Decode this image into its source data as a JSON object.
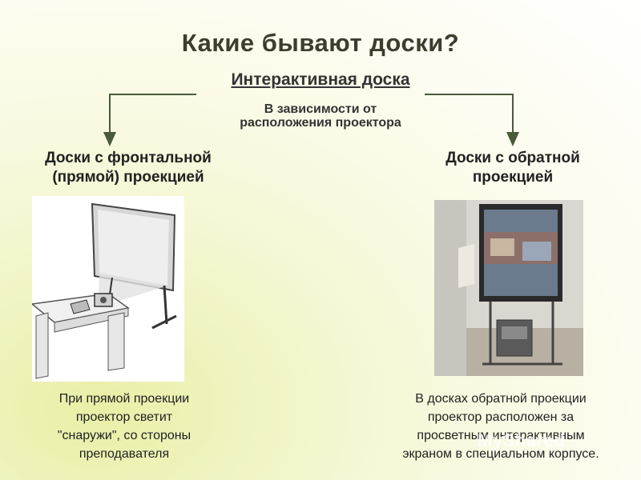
{
  "title": "Какие бывают доски?",
  "subtitle": "Интерактивная доска",
  "dependency_lines": [
    "В зависимости от",
    "расположения проектора"
  ],
  "left": {
    "heading_lines": [
      "Доски с фронтальной",
      "(прямой) проекцией"
    ],
    "description_lines": [
      "При прямой проекции",
      "проектор светит",
      "\"снаружи\", со стороны",
      "преподавателя"
    ]
  },
  "right": {
    "heading_lines": [
      "Доски с обратной",
      "проекцией"
    ],
    "description_lines": [
      "В досках обратной проекции",
      "проектор расположен за",
      "просветным  интерактивным",
      "экраном в специальном корпусе."
    ]
  },
  "watermark": "MyShared",
  "colors": {
    "background": "#f4f6cf",
    "arrow": "#4a5a3a",
    "title": "#3d3d2e"
  }
}
